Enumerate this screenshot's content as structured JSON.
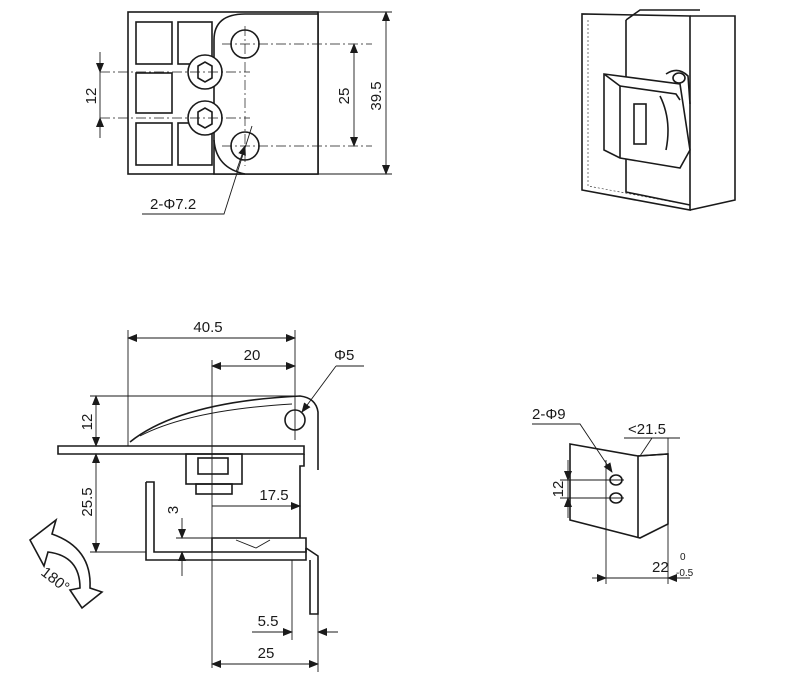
{
  "top_view": {
    "dim_spacing": "12",
    "dim_hole_distance": "25",
    "dim_height": "39.5",
    "hole_label": "2-Φ7.2"
  },
  "side_view": {
    "dim_overall_width": "40.5",
    "dim_pin_offset": "20",
    "pin_diameter": "Φ5",
    "dim_top_height": "12",
    "dim_body_height": "25.5",
    "dim_bottom_step": "3",
    "dim_mount_depth": "17.5",
    "dim_flange": "5.5",
    "dim_base_width": "25",
    "rotation_label": "180°"
  },
  "bracket_view": {
    "hole_label": "2-Φ9",
    "angle_label": "<21.5",
    "dim_hole_spacing": "12",
    "dim_width": "22",
    "tol_upper": "0",
    "tol_lower": "-0.5"
  }
}
